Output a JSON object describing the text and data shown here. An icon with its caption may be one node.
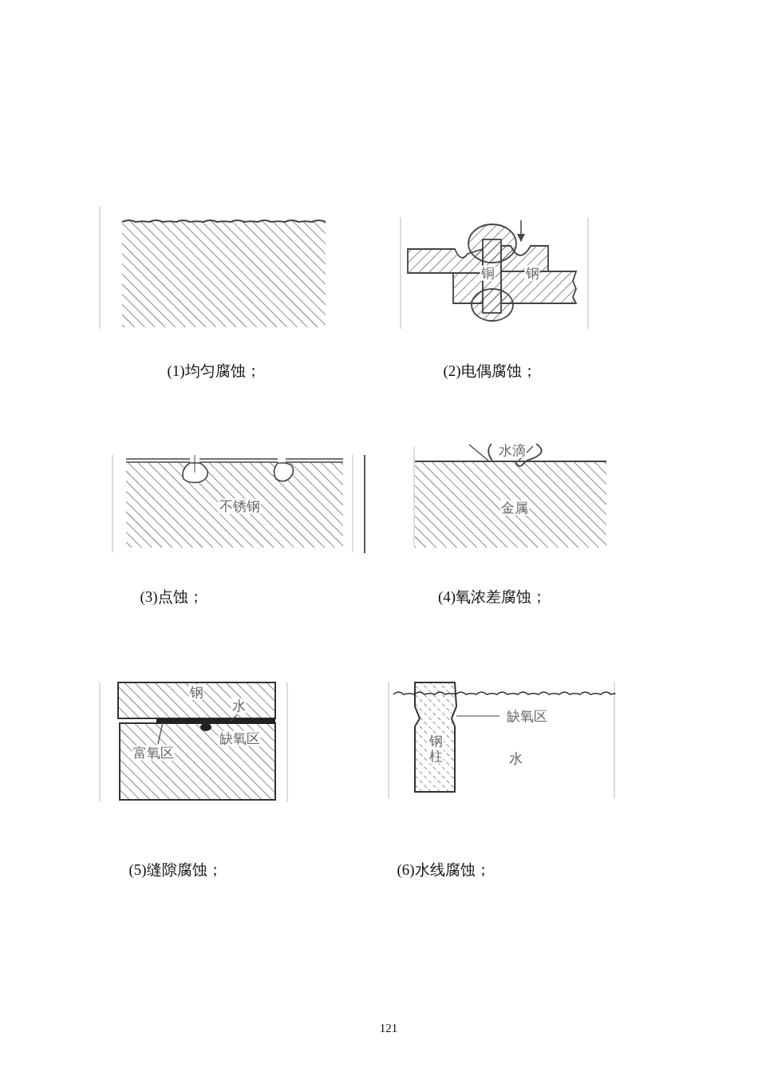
{
  "diagram": {
    "nodes": [
      {
        "text": [
          "铜"
        ]
      },
      {
        "text": [
          "钢"
        ]
      },
      {
        "text": [
          "不锈钢"
        ]
      },
      {
        "text": [
          "水滴"
        ]
      },
      {
        "text": [
          "金属"
        ]
      },
      {
        "text": [
          "钢"
        ]
      },
      {
        "text": [
          "水"
        ]
      },
      {
        "text": [
          "富氧区"
        ]
      },
      {
        "text": [
          "缺氧区"
        ]
      },
      {
        "text": [
          "钢柱"
        ]
      },
      {
        "text": [
          "缺氧区"
        ]
      },
      {
        "text": [
          "水"
        ]
      }
    ],
    "edges": [
      {
        "from": 6,
        "to": null,
        "arrow": "none"
      },
      {
        "from": 7,
        "to": null,
        "arrow": "none"
      },
      {
        "from": 10,
        "to": null,
        "arrow": "none"
      }
    ],
    "labels": [
      "(1)均匀腐蚀；",
      "(2)电偶腐蚀；",
      "(3)点蚀；",
      "(4)氧浓差腐蚀；",
      "(5)缝隙腐蚀；",
      "(6)水线腐蚀；",
      "121"
    ]
  }
}
